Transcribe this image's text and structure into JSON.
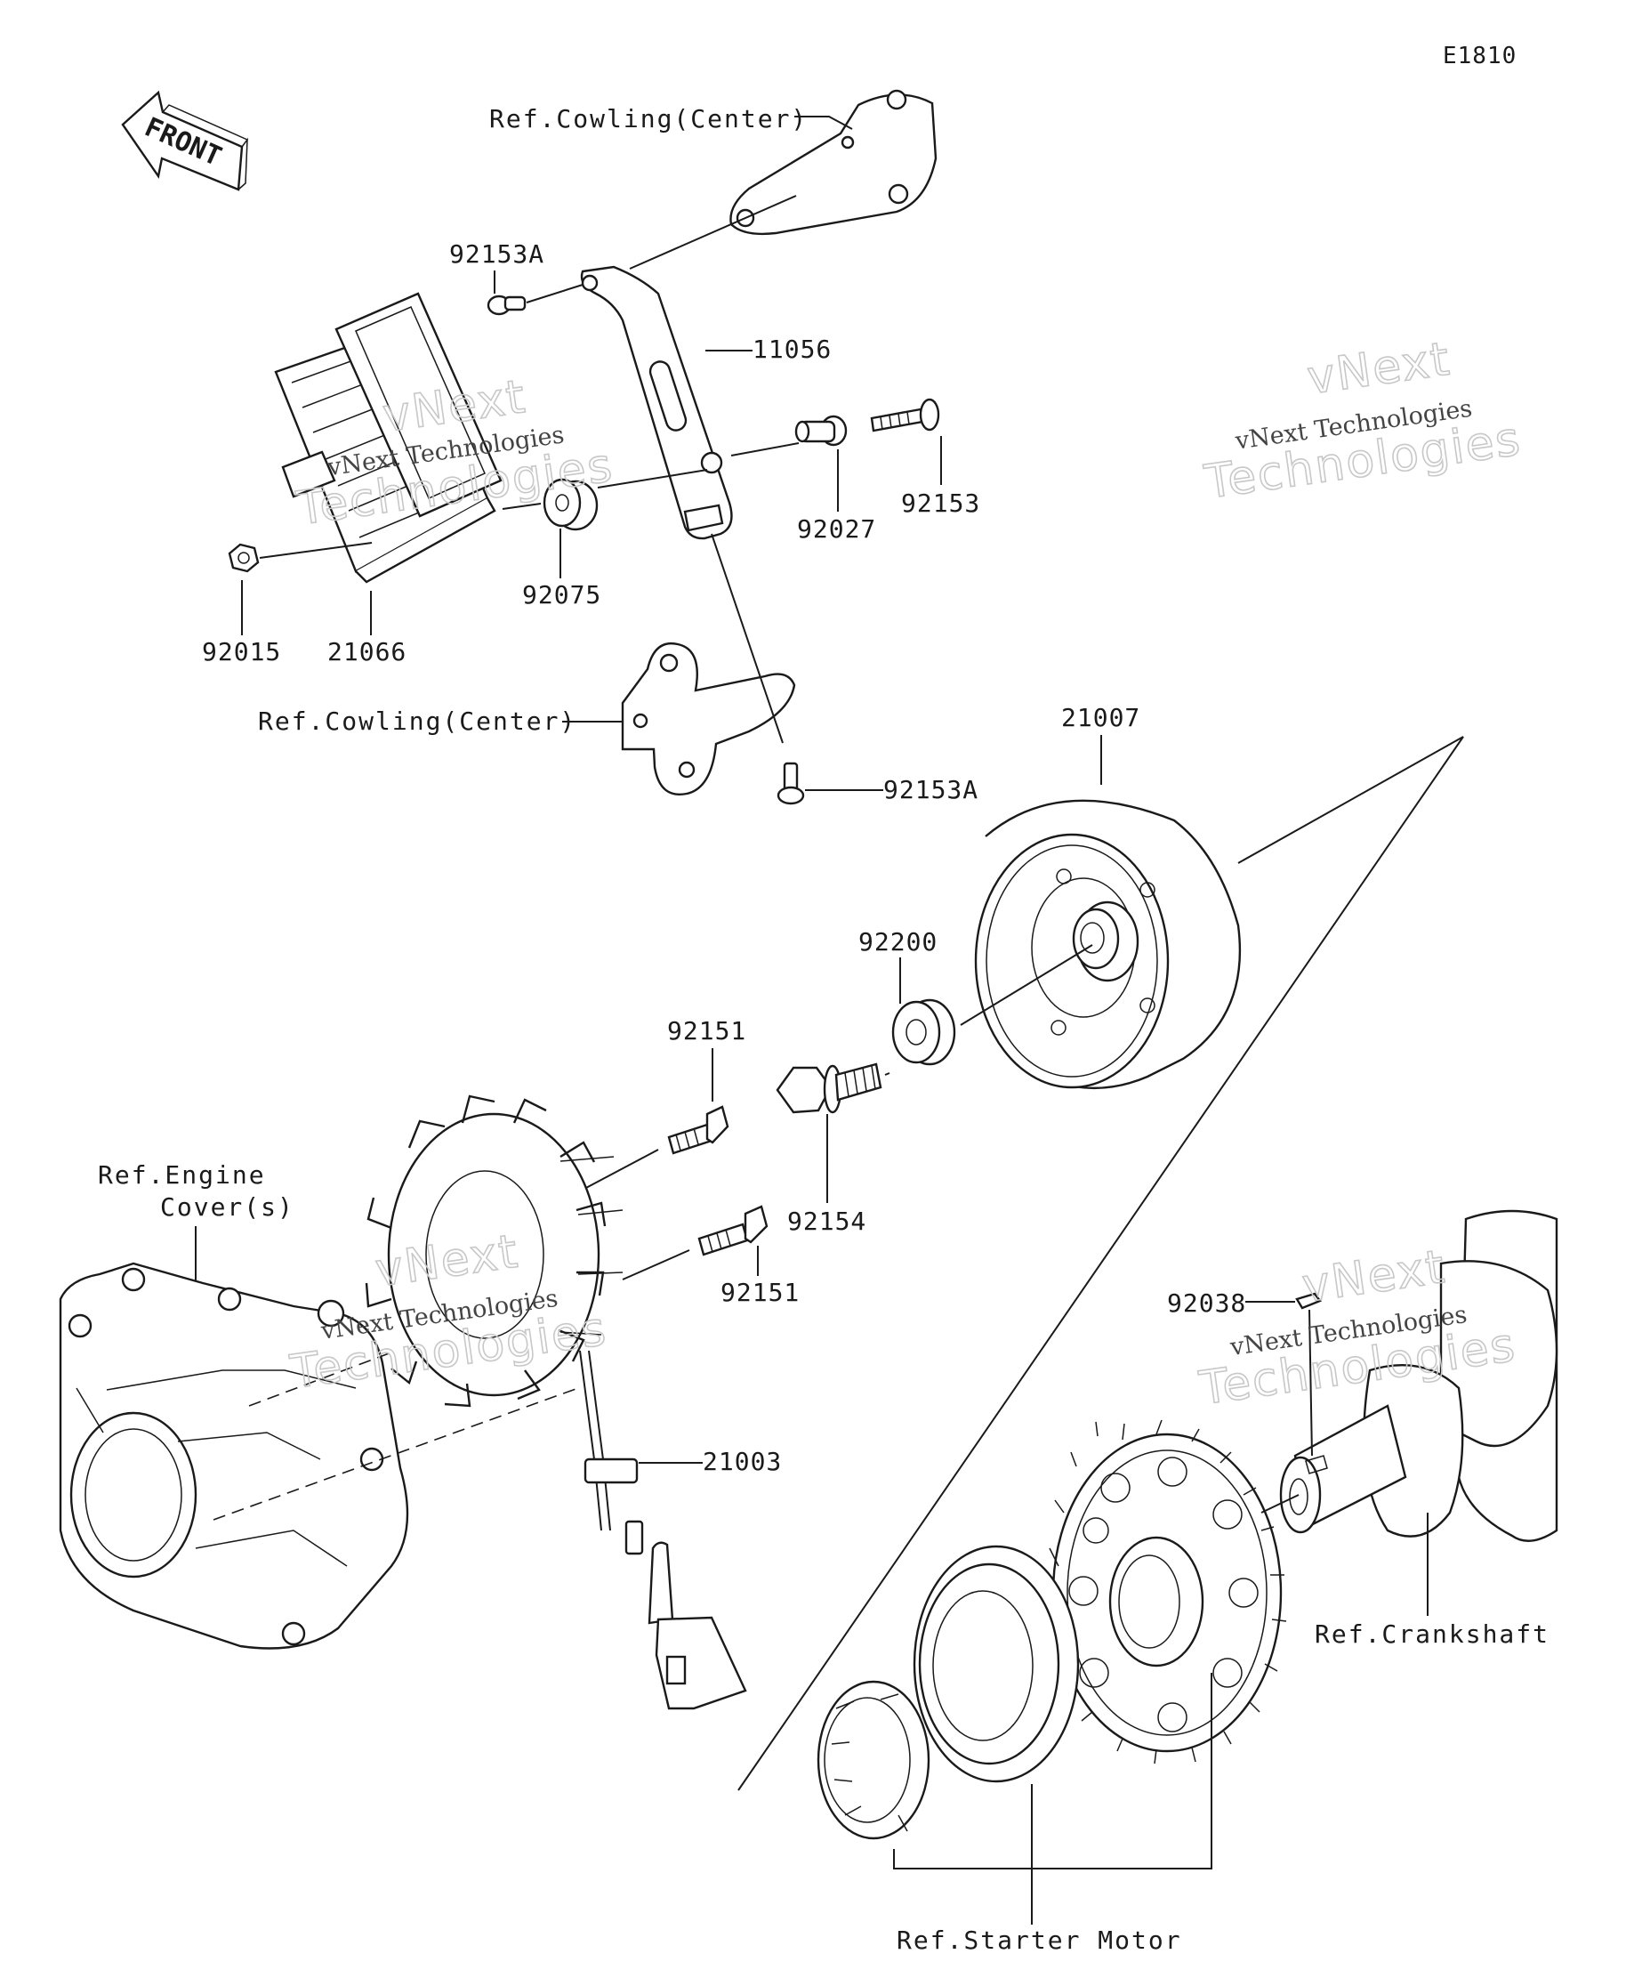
{
  "diagram_code": "E1810",
  "front_label": "FRONT",
  "refs": {
    "cowling_center_top": "Ref.Cowling(Center)",
    "cowling_center_bottom": "Ref.Cowling(Center)",
    "engine_cover_line1": "Ref.Engine",
    "engine_cover_line2": "Cover(s)",
    "crankshaft": "Ref.Crankshaft",
    "starter_motor": "Ref.Starter Motor"
  },
  "parts": {
    "p92153A_top": "92153A",
    "p11056": "11056",
    "p92153": "92153",
    "p92027": "92027",
    "p92075": "92075",
    "p92015": "92015",
    "p21066": "21066",
    "p92153A_bottom": "92153A",
    "p21007": "21007",
    "p92200": "92200",
    "p92151_top": "92151",
    "p92154": "92154",
    "p92151_bottom": "92151",
    "p21003": "21003",
    "p92038": "92038"
  },
  "watermark": {
    "line1": "vNext",
    "line2": "vNext Technologies",
    "line3": "Technologies"
  }
}
